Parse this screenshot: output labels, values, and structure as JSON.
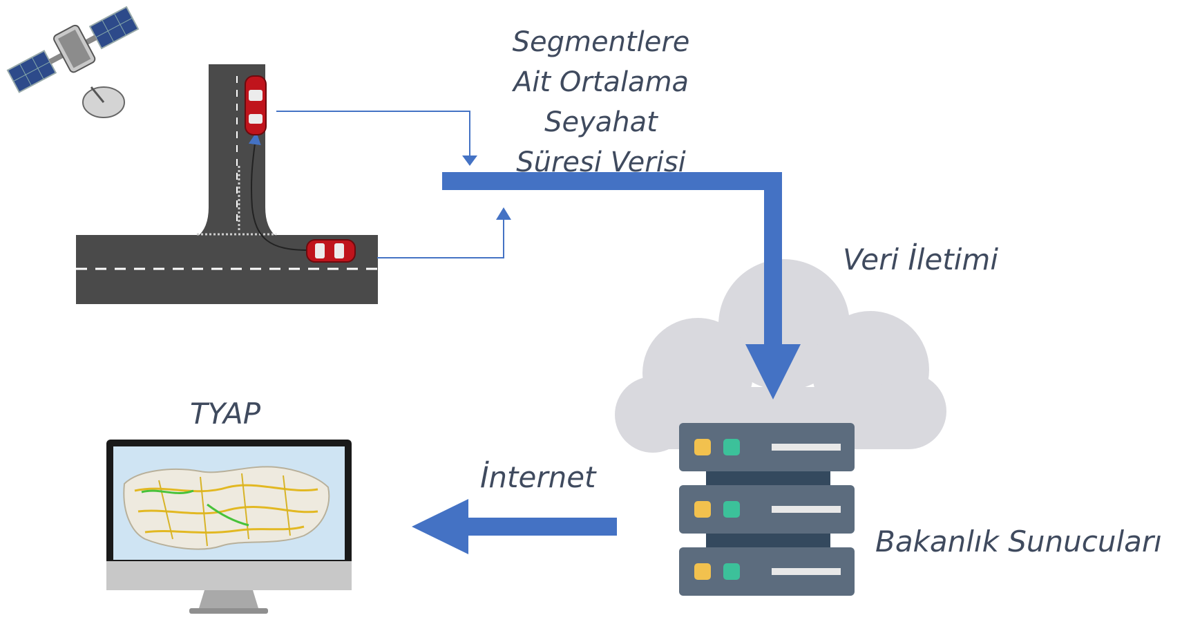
{
  "labels": {
    "segment_lines": [
      "Segmentlere",
      "Ait Ortalama",
      "Seyahat",
      "Süresi Verisi"
    ],
    "veri_iletimi": "Veri İletimi",
    "tyap": "TYAP",
    "internet": "İnternet",
    "bakanlik": "Bakanlık Sunucuları"
  },
  "colors": {
    "arrow": "#4472c4",
    "road": "#4a4a4a",
    "cloud": "#d9d9de",
    "server": "#5c6c7e",
    "server_dark": "#34495e",
    "led_yellow": "#f2c14e",
    "led_green": "#3cc19a",
    "car": "#c0141c"
  },
  "icons": [
    "satellite-icon",
    "road-intersection-icon",
    "car-icon",
    "cloud-icon",
    "server-icon",
    "monitor-icon",
    "map-icon"
  ]
}
